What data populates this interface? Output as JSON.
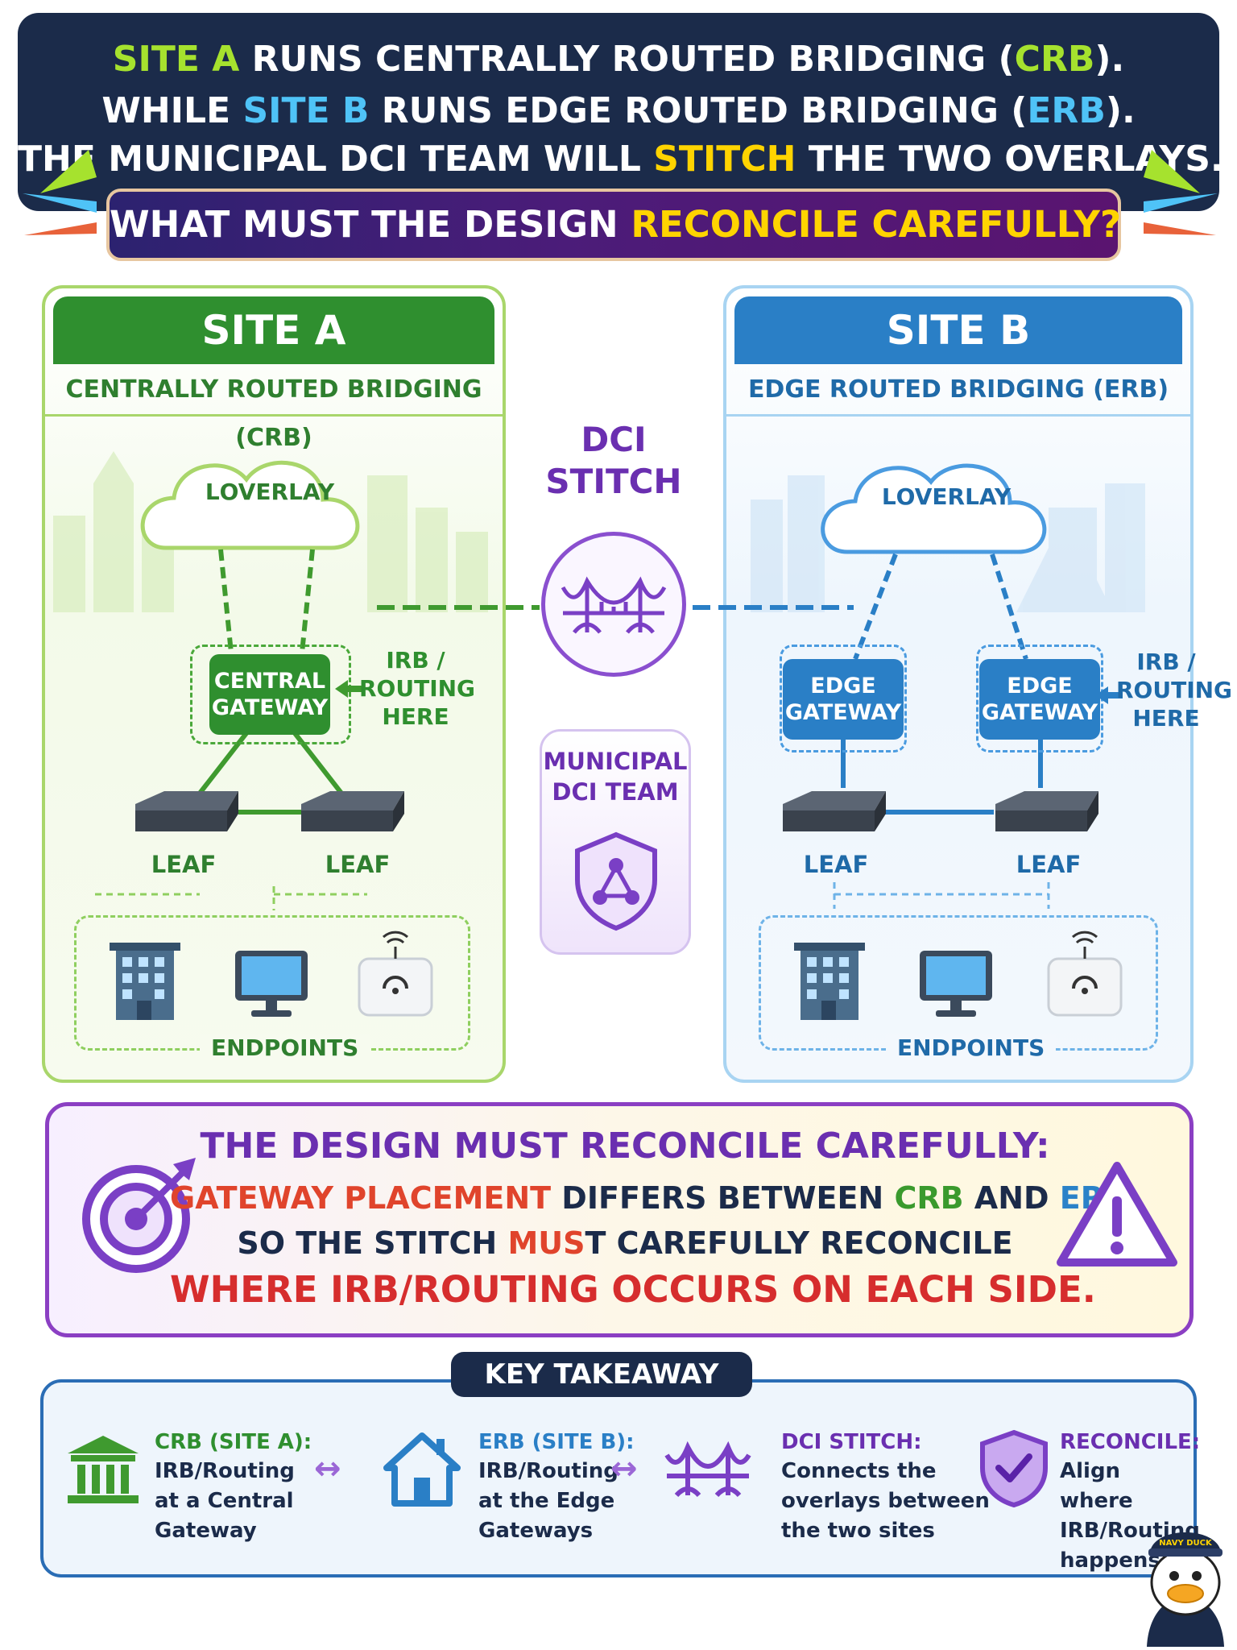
{
  "header": {
    "line1": {
      "a": "SITE A",
      "b": " RUNS CENTRALLY ROUTED BRIDGING (",
      "c": "CRB",
      "d": ")."
    },
    "line2": {
      "a": "WHILE ",
      "b": "SITE B",
      "c": " RUNS EDGE ROUTED BRIDGING (",
      "d": "ERB",
      "e": ")."
    },
    "line3": {
      "a": "THE MUNICIPAL DCI TEAM WILL ",
      "b": "STITCH",
      "c": " THE TWO OVERLAYS."
    },
    "question": {
      "a": "WHAT MUST THE DESIGN ",
      "b": "RECONCILE CAREFULLY?"
    }
  },
  "site_a": {
    "title": "SITE A",
    "subtitle": "CENTRALLY ROUTED BRIDGING (CRB)",
    "overlay": "ⅬOVERLAY",
    "gateway": [
      "CENTRAL",
      "GATEWAY"
    ],
    "irb": [
      "IRB /",
      "ROUTING",
      "HERE"
    ],
    "leaf1": "LEAF",
    "leaf2": "LEAF",
    "endpoints": "ENDPOINTS"
  },
  "site_b": {
    "title": "SITE B",
    "subtitle": "EDGE ROUTED BRIDGING (ERB)",
    "overlay": "ⅬOVERLAY",
    "gateway1": [
      "EDGE",
      "GATEWAY"
    ],
    "gateway2": [
      "EDGE",
      "GATEWAY"
    ],
    "irb": [
      "IRB /",
      "ROUTING",
      "HERE"
    ],
    "leaf1": "LEAF",
    "leaf2": "LEAF",
    "endpoints": "ENDPOINTS"
  },
  "dci": {
    "title": [
      "DCI",
      "STITCH"
    ],
    "team": [
      "MUNICIPAL",
      "DCI TEAM"
    ]
  },
  "reconcile": {
    "title": "THE DESIGN MUST RECONCILE CAREFULLY:",
    "line2": {
      "a": "GATEWAY PLACEMENT",
      "b": " DIFFERS BETWEEN ",
      "c": "CRB",
      "d": " AND ",
      "e": "ERB",
      "f": ","
    },
    "line3": {
      "a": "SO THE STITCH ",
      "b": "MUS",
      "c": "T CAREFULLY RECONCILE"
    },
    "line4": "WHERE IRB/ROUTING OCCURS ON EACH SIDE."
  },
  "takeaway": {
    "title": "KEY TAKEAWAY",
    "items": [
      {
        "head": "CRB (SITE A):",
        "body": [
          "IRB/Routing",
          "at a Central",
          "Gateway"
        ],
        "icon": "bank-icon"
      },
      {
        "head": "ERB (SITE B):",
        "body": [
          "IRB/Routing",
          "at the Edge",
          "Gateways"
        ],
        "icon": "house-icon"
      },
      {
        "head": "DCI STITCH:",
        "body": [
          "Connects the",
          "overlays between",
          "the two sites"
        ],
        "icon": "bridge-icon"
      },
      {
        "head": "RECONCILE:",
        "body": [
          "Align where",
          "IRB/Routing",
          "happens"
        ],
        "icon": "shield-check-icon"
      }
    ],
    "arrow": "↔"
  },
  "mascot": {
    "cap_text": "NAVY DUCK"
  },
  "colors": {
    "navy": "#1b2b4a",
    "green": "#2f8f2f",
    "blue": "#2a7fc6",
    "purple": "#6a2fb0",
    "yellow": "#ffd400",
    "red": "#d62d2d"
  }
}
